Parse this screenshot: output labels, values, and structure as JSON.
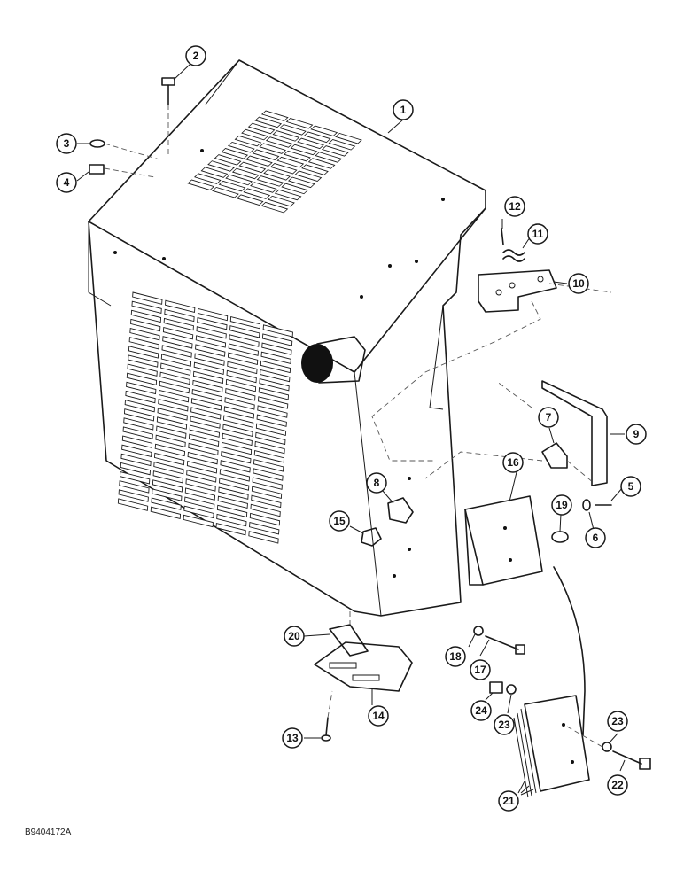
{
  "figure_code": "B9404172A",
  "callouts": [
    "1",
    "2",
    "3",
    "4",
    "5",
    "6",
    "7",
    "8",
    "9",
    "10",
    "11",
    "12",
    "13",
    "14",
    "15",
    "16",
    "17",
    "18",
    "19",
    "20",
    "21",
    "22",
    "23",
    "23",
    "24"
  ]
}
